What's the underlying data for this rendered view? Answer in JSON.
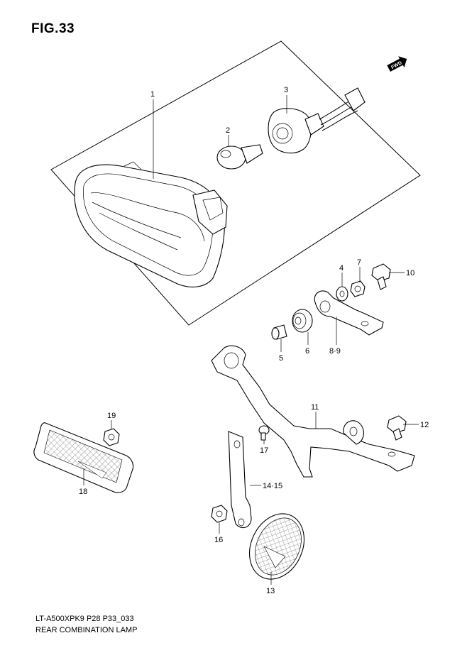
{
  "figure": {
    "title": "FIG.33",
    "model_code": "LT-A500XPK9 P28 P33_033",
    "name": "REAR COMBINATION LAMP",
    "direction_label": "FWD"
  },
  "callouts": [
    {
      "id": "c1",
      "label": "1"
    },
    {
      "id": "c2",
      "label": "2"
    },
    {
      "id": "c3",
      "label": "3"
    },
    {
      "id": "c4",
      "label": "4"
    },
    {
      "id": "c5",
      "label": "5"
    },
    {
      "id": "c6",
      "label": "6"
    },
    {
      "id": "c7",
      "label": "7"
    },
    {
      "id": "c8",
      "label": "8·9"
    },
    {
      "id": "c10",
      "label": "10"
    },
    {
      "id": "c11",
      "label": "11"
    },
    {
      "id": "c12",
      "label": "12"
    },
    {
      "id": "c13",
      "label": "13"
    },
    {
      "id": "c14",
      "label": "14·15"
    },
    {
      "id": "c16",
      "label": "16"
    },
    {
      "id": "c17",
      "label": "17"
    },
    {
      "id": "c18",
      "label": "18"
    },
    {
      "id": "c19",
      "label": "19"
    }
  ]
}
